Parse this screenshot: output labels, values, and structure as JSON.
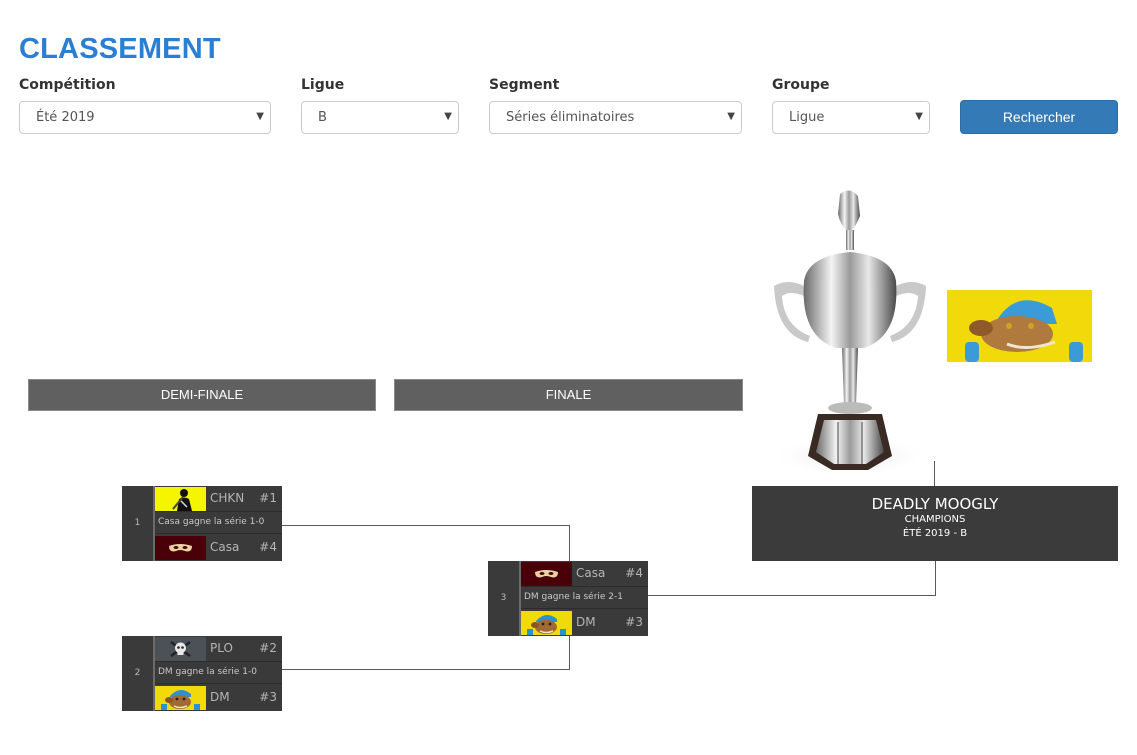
{
  "page": {
    "title": "CLASSEMENT"
  },
  "filters": [
    {
      "label": "Compétition",
      "value": "Été 2019"
    },
    {
      "label": "Ligue",
      "value": "B"
    },
    {
      "label": "Segment",
      "value": "Séries éliminatoires"
    },
    {
      "label": "Groupe",
      "value": "Ligue"
    }
  ],
  "search_button": "Rechercher",
  "rounds": [
    "DEMI-FINALE",
    "FINALE"
  ],
  "matches": [
    {
      "number": "1",
      "result": "Casa gagne la série 1-0",
      "team1": {
        "name": "CHKN",
        "seed": "#1",
        "logo": "chkn-logo",
        "logo_bg": "#f5f500"
      },
      "team2": {
        "name": "Casa",
        "seed": "#4",
        "logo": "mask-logo",
        "logo_bg": "#4a0008"
      }
    },
    {
      "number": "2",
      "result": "DM gagne la série 1-0",
      "team1": {
        "name": "PLO",
        "seed": "#2",
        "logo": "skull-logo",
        "logo_bg": "#4b5257"
      },
      "team2": {
        "name": "DM",
        "seed": "#3",
        "logo": "moogly-logo",
        "logo_bg": "#f1d90a"
      }
    },
    {
      "number": "3",
      "result": "DM gagne la série 2-1",
      "team1": {
        "name": "Casa",
        "seed": "#4",
        "logo": "mask-logo",
        "logo_bg": "#4a0008"
      },
      "team2": {
        "name": "DM",
        "seed": "#3",
        "logo": "moogly-logo",
        "logo_bg": "#f1d90a"
      }
    }
  ],
  "champion": {
    "name": "DEADLY MOOGLY",
    "subtitle": "CHAMPIONS",
    "season": "ÉTÉ 2019 - B"
  },
  "colors": {
    "title": "#2a7fd4",
    "button": "#337ab7",
    "round_header": "#606060",
    "match_bg": "#3a3a3a",
    "champion_bg": "#3b3b3b"
  }
}
